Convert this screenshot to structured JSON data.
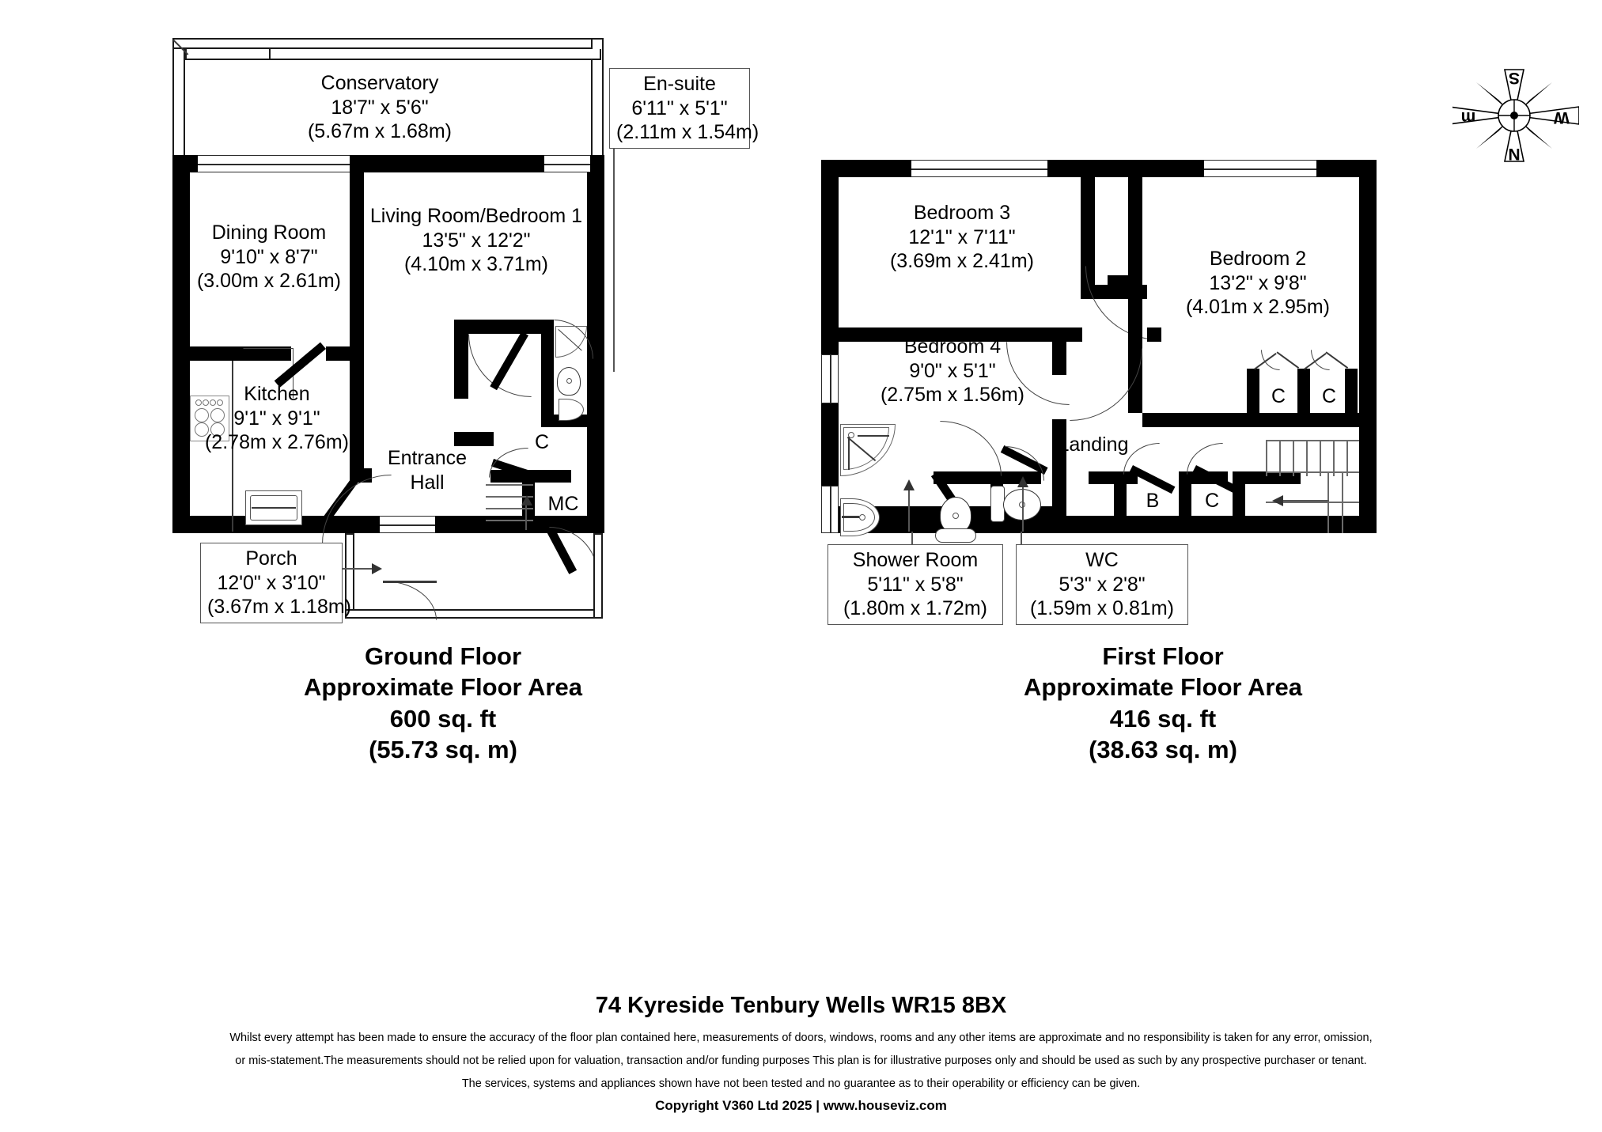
{
  "document": {
    "address": "74 Kyreside Tenbury Wells WR15 8BX",
    "disclaimer_line1": "Whilst every attempt has been made to ensure the accuracy of the floor plan contained here, measurements of doors, windows, rooms and any other items are approximate and no responsibility is taken for any error, omission,",
    "disclaimer_line2": "or mis-statement.The measurements should not be relied upon for valuation, transaction and/or funding purposes This plan is for illustrative purposes only and should be used as such by any prospective purchaser or tenant.",
    "disclaimer_line3": "The services, systems and appliances shown have not been tested and no guarantee as to their operability or efficiency can be given.",
    "copyright": "Copyright V360 Ltd 2025 | www.houseviz.com"
  },
  "compass": {
    "north_label": "N",
    "south_label": "S",
    "east_label": "W",
    "west_label": "m"
  },
  "ground_floor": {
    "caption_line1": "Ground Floor",
    "caption_line2": "Approximate Floor Area",
    "caption_line3": "600 sq. ft",
    "caption_line4": "(55.73 sq. m)",
    "rooms": [
      {
        "name": "Conservatory",
        "imperial": "18'7\" x 5'6\"",
        "metric": "(5.67m x 1.68m)"
      },
      {
        "name": "Dining Room",
        "imperial": "9'10\" x 8'7\"",
        "metric": "(3.00m x 2.61m)"
      },
      {
        "name": "Living Room/Bedroom 1",
        "imperial": "13'5\" x 12'2\"",
        "metric": "(4.10m x 3.71m)"
      },
      {
        "name": "Kitchen",
        "imperial": "9'1\" x 9'1\"",
        "metric": "(2.78m x 2.76m)"
      },
      {
        "name": "Entrance",
        "imperial": "Hall",
        "metric": ""
      },
      {
        "name": "Porch",
        "imperial": "12'0\" x 3'10\"",
        "metric": "(3.67m x 1.18m)"
      },
      {
        "name": "En-suite",
        "imperial": "6'11\" x 5'1\"",
        "metric": "(2.11m x 1.54m)"
      }
    ],
    "cupboard_label": "C",
    "meter_cupboard_label": "MC"
  },
  "first_floor": {
    "caption_line1": "First Floor",
    "caption_line2": "Approximate Floor Area",
    "caption_line3": "416 sq. ft",
    "caption_line4": "(38.63 sq. m)",
    "rooms": [
      {
        "name": "Bedroom 3",
        "imperial": "12'1\" x 7'11\"",
        "metric": "(3.69m x 2.41m)"
      },
      {
        "name": "Bedroom 2",
        "imperial": "13'2\" x 9'8\"",
        "metric": "(4.01m x 2.95m)"
      },
      {
        "name": "Bedroom 4",
        "imperial": "9'0\" x 5'1\"",
        "metric": "(2.75m x 1.56m)"
      },
      {
        "name": "Shower Room",
        "imperial": "5'11\" x 5'8\"",
        "metric": "(1.80m x 1.72m)"
      },
      {
        "name": "WC",
        "imperial": "5'3\" x 2'8\"",
        "metric": "(1.59m x 0.81m)"
      }
    ],
    "landing_label": "Landing",
    "cupboard_label_1": "C",
    "cupboard_label_2": "C",
    "boiler_label": "B",
    "cupboard_label_3": "C"
  },
  "colors": {
    "wall": "#000000",
    "paper": "#ffffff",
    "hairline": "#555555"
  }
}
